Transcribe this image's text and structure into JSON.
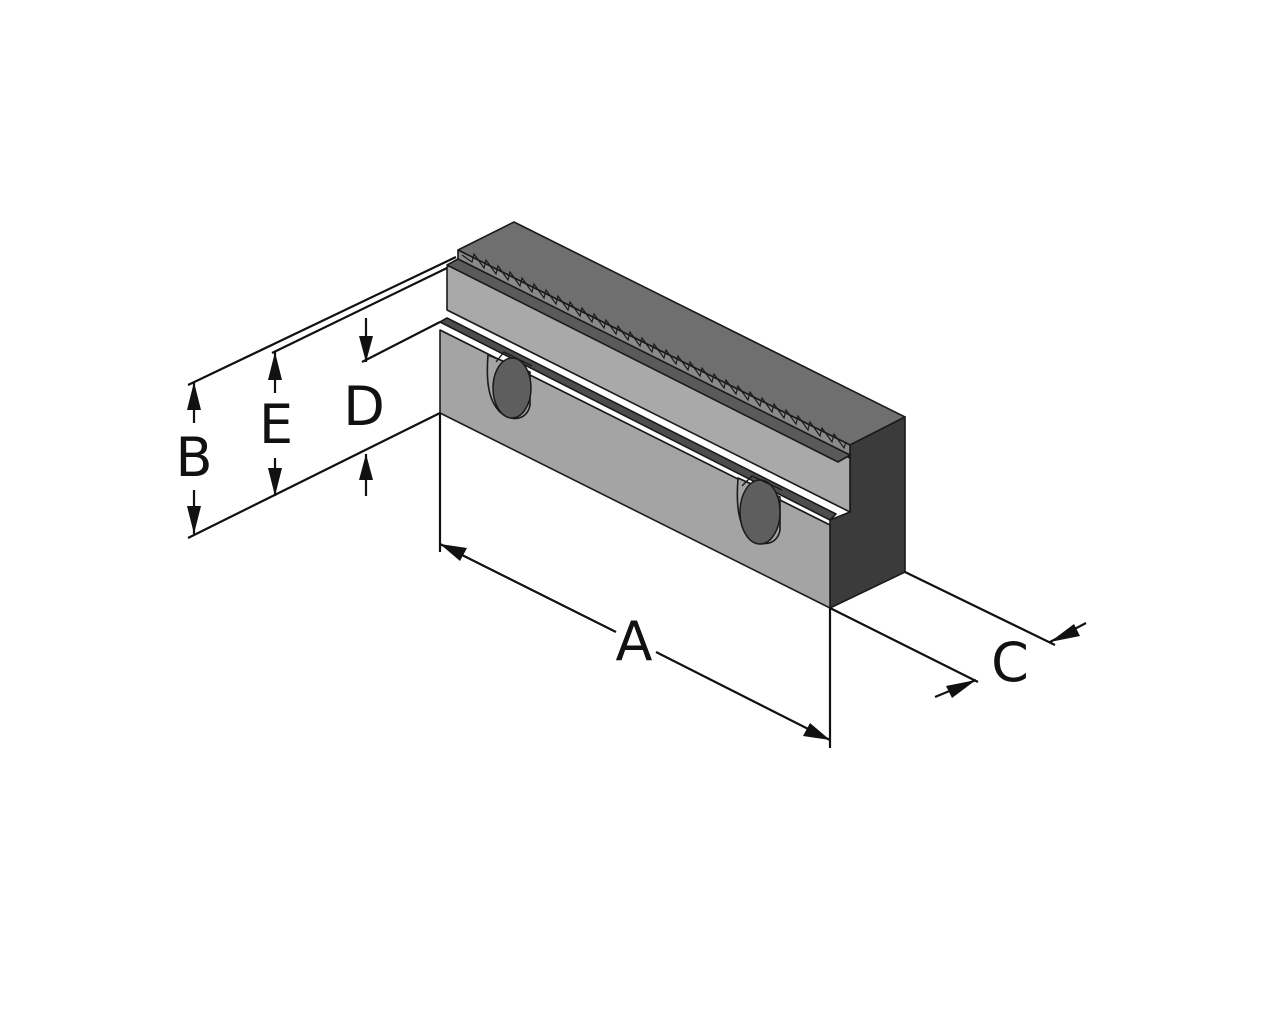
{
  "diagram": {
    "labels": {
      "a": "A",
      "b": "B",
      "c": "C",
      "d": "D",
      "e": "E"
    },
    "colors": {
      "top_face": "#6f6f6f",
      "front_face": "#a6a6a6",
      "end_face": "#3a3a3a",
      "slot": "#555555",
      "lines": "#111111",
      "background": "#ffffff"
    }
  }
}
